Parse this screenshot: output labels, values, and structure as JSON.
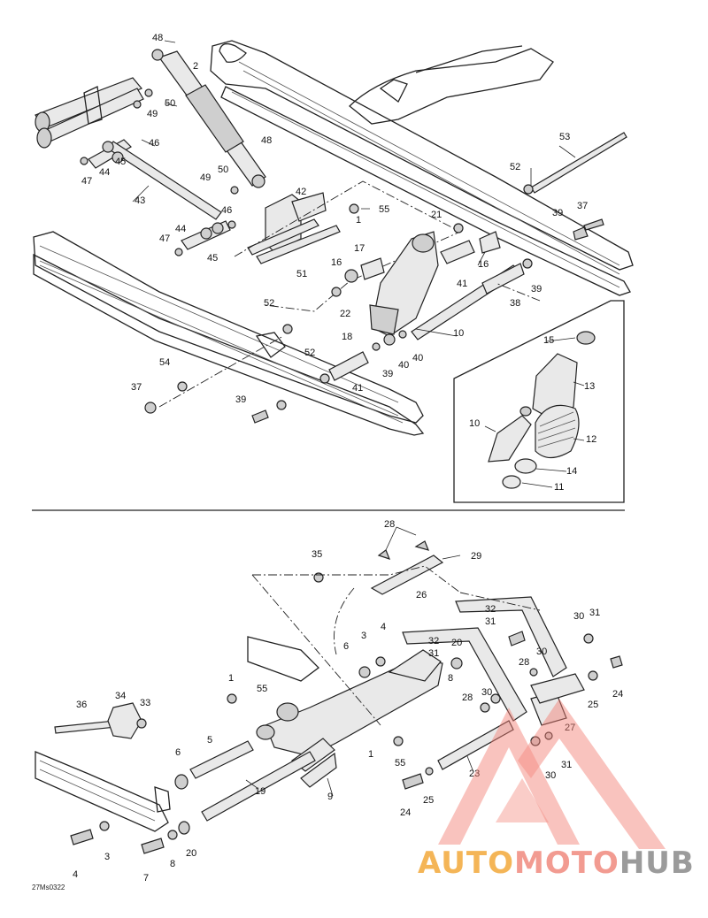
{
  "diagram": {
    "figure_code": "27Ms0322",
    "watermark": {
      "part1": "AUTO",
      "part2": "MOTO",
      "part3": "HUB",
      "color1": "#f3a93a",
      "color2": "#f08a7e",
      "color3": "#8a8a8a",
      "logo_color": "#f27d72"
    },
    "top_labels": [
      "48",
      "2",
      "50",
      "49",
      "46",
      "48",
      "45",
      "44",
      "47",
      "43",
      "49",
      "50",
      "42",
      "1",
      "55",
      "46",
      "44",
      "47",
      "45",
      "51",
      "17",
      "16",
      "22",
      "52",
      "53",
      "52",
      "37",
      "39",
      "21",
      "16",
      "41",
      "39",
      "38",
      "10",
      "18",
      "40",
      "40",
      "39",
      "41",
      "52",
      "54",
      "37",
      "39"
    ],
    "inset_labels": [
      "15",
      "13",
      "10",
      "12",
      "14",
      "11"
    ],
    "bottom_labels": [
      "28",
      "29",
      "35",
      "26",
      "32",
      "31",
      "4",
      "32",
      "31",
      "3",
      "6",
      "20",
      "30",
      "31",
      "1",
      "55",
      "34",
      "33",
      "36",
      "28",
      "30",
      "8",
      "28",
      "30",
      "24",
      "25",
      "27",
      "5",
      "1",
      "55",
      "6",
      "9",
      "19",
      "23",
      "30",
      "31",
      "24",
      "25",
      "3",
      "20",
      "8",
      "4",
      "7"
    ]
  }
}
